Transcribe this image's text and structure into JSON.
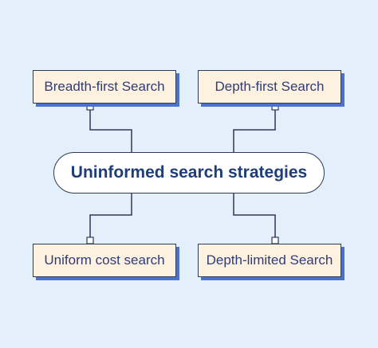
{
  "diagram": {
    "center": {
      "label": "Uninformed search strategies"
    },
    "nodes": [
      {
        "id": "breadth-first",
        "label": "Breadth-first Search"
      },
      {
        "id": "depth-first",
        "label": "Depth-first Search"
      },
      {
        "id": "uniform-cost",
        "label": "Uniform cost search"
      },
      {
        "id": "depth-limited",
        "label": "Depth-limited Search"
      }
    ]
  },
  "colors": {
    "background": "#e3effb",
    "node_fill": "#fdf2e0",
    "node_shadow": "#4b73c9",
    "stroke": "#2e3a57",
    "node_text": "#2f3c7a",
    "center_text": "#1f3d77"
  }
}
